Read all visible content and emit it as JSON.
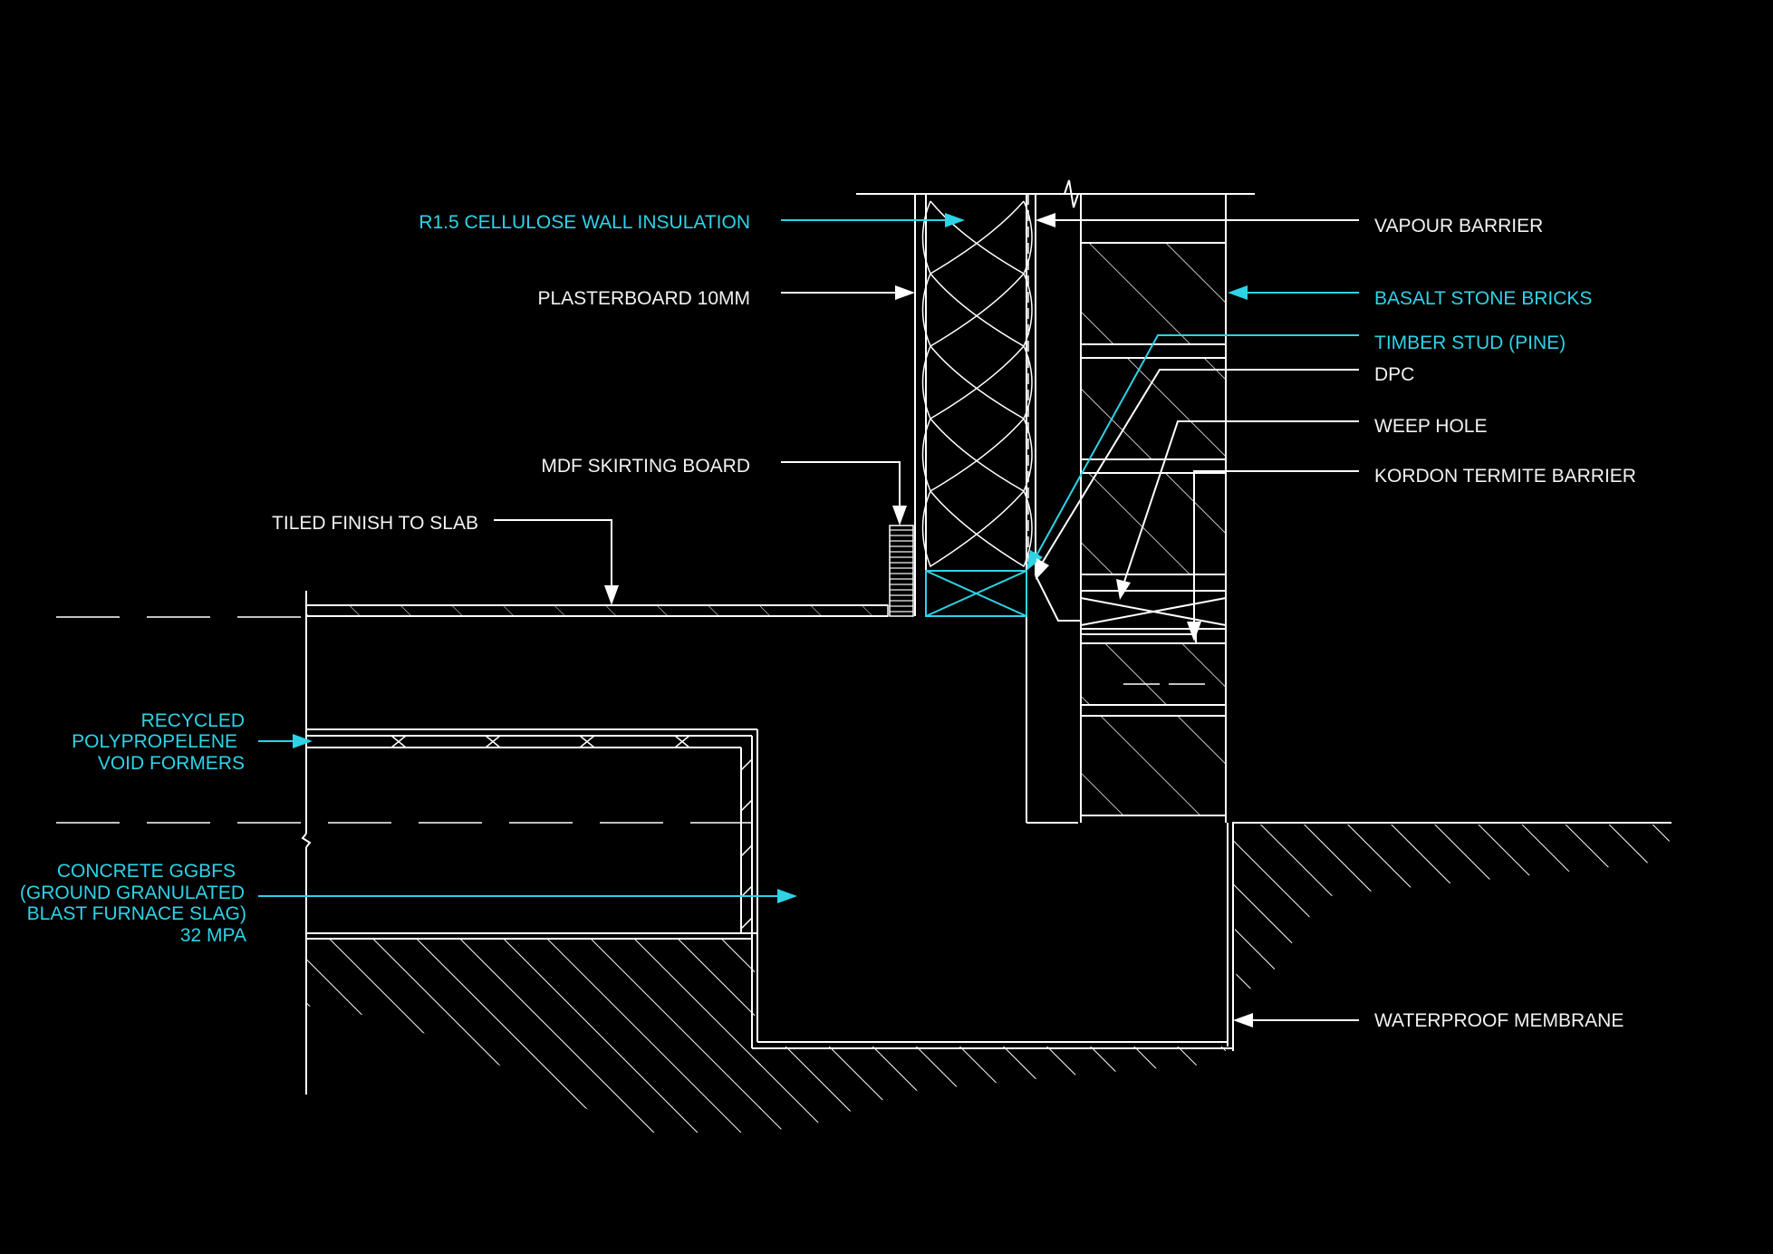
{
  "colors": {
    "background": "#000000",
    "linework": "#ffffff",
    "highlight": "#2ed3e6"
  },
  "labels": {
    "insulation": "R1.5 CELLULOSE WALL INSULATION",
    "plasterboard": "PLASTERBOARD 10MM",
    "skirting": "MDF SKIRTING BOARD",
    "tiled_finish": "TILED FINISH TO SLAB",
    "void_formers": [
      "RECYCLED",
      "POLYPROPELENE",
      "VOID FORMERS"
    ],
    "concrete": [
      "CONCRETE GGBFS",
      "(GROUND GRANULATED",
      "BLAST FURNACE SLAG)",
      "32 MPA"
    ],
    "vapour_barrier": "VAPOUR BARRIER",
    "basalt_bricks": "BASALT STONE BRICKS",
    "timber_stud": "TIMBER STUD (PINE)",
    "dpc": "DPC",
    "weep_hole": "WEEP HOLE",
    "termite_barrier": "KORDON TERMITE BARRIER",
    "waterproof_membrane": "WATERPROOF MEMBRANE"
  }
}
